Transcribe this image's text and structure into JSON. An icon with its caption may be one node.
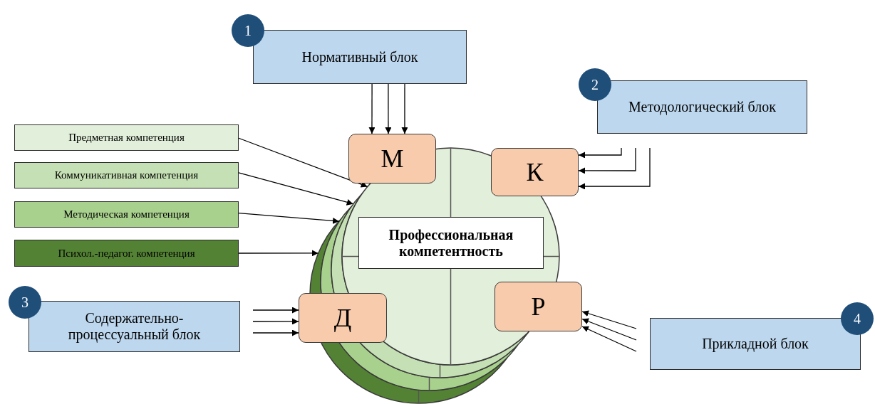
{
  "diagram": {
    "nodes": [
      {
        "text": [
          "1"
        ]
      },
      {
        "text": [
          "Нормативный блок"
        ]
      },
      {
        "text": [
          "2"
        ]
      },
      {
        "text": [
          "Методологический блок"
        ]
      },
      {
        "text": [
          "3"
        ]
      },
      {
        "text": [
          "Содержательно-процессуальный блок"
        ]
      },
      {
        "text": [
          "4"
        ]
      },
      {
        "text": [
          "Прикладной блок"
        ]
      },
      {
        "text": [
          "Предметная компетенция"
        ]
      },
      {
        "text": [
          "Коммуникативная компетенция"
        ]
      },
      {
        "text": [
          "Методическая компетенция"
        ]
      },
      {
        "text": [
          "Психол.-педагог. компетенция"
        ]
      },
      {
        "text": [],
        "shape": "circle"
      },
      {
        "text": [],
        "shape": "circle"
      },
      {
        "text": [],
        "shape": "circle"
      },
      {
        "text": [],
        "shape": "circle"
      },
      {
        "text": [
          "Профессиональная компетентность"
        ],
        "in": 15
      },
      {
        "text": [
          "М"
        ]
      },
      {
        "text": [
          "К"
        ]
      },
      {
        "text": [
          "Д"
        ]
      },
      {
        "text": [
          "Р"
        ]
      }
    ],
    "edges": [
      {
        "from": 8,
        "to": 15,
        "arrow": "to"
      },
      {
        "from": 9,
        "to": 14,
        "arrow": "to"
      },
      {
        "from": 10,
        "to": 13,
        "arrow": "to"
      },
      {
        "from": 11,
        "to": 12,
        "arrow": "to"
      },
      {
        "from": 1,
        "to": 17,
        "arrow": "to"
      },
      {
        "from": 1,
        "to": 17,
        "arrow": "to"
      },
      {
        "from": 1,
        "to": 17,
        "arrow": "to"
      },
      {
        "from": null,
        "to": 18,
        "arrow": "to"
      },
      {
        "from": null,
        "to": 18,
        "arrow": "to"
      },
      {
        "from": null,
        "to": 18,
        "arrow": "to"
      },
      {
        "from": null,
        "to": 19,
        "arrow": "to"
      },
      {
        "from": null,
        "to": 19,
        "arrow": "to"
      },
      {
        "from": null,
        "to": 19,
        "arrow": "to"
      },
      {
        "from": null,
        "to": 20,
        "arrow": "to"
      },
      {
        "from": null,
        "to": 20,
        "arrow": "to"
      },
      {
        "from": null,
        "to": 20,
        "arrow": "to"
      }
    ]
  }
}
